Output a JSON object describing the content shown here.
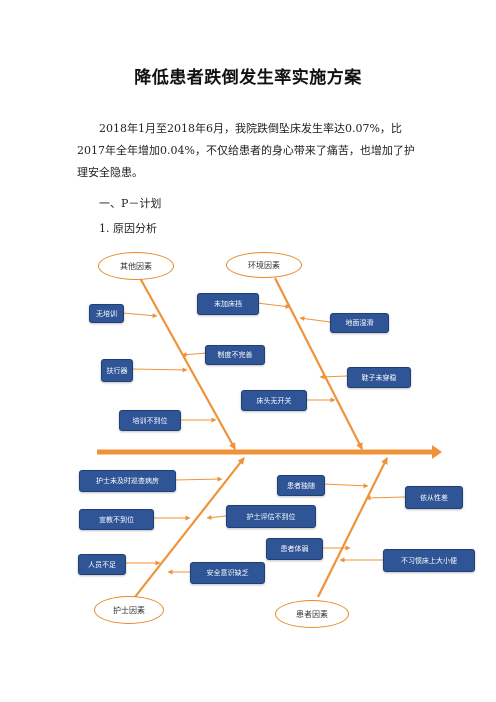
{
  "title": "降低患者跌倒发生率实施方案",
  "intro": "2018年1月至2018年6月，我院跌倒坠床发生率达0.07%，比2017年全年增加0.04%，不仅给患者的身心带来了痛苦，也增加了护理安全隐患。",
  "section": "一、P－计划",
  "subsection": "1. 原因分析",
  "diagram": {
    "categories": {
      "other": "其他因素",
      "environment": "环境因素",
      "nurse": "护士因素",
      "patient": "患者因素"
    },
    "causes": {
      "no_training": "无培训",
      "no_bed_rail": "未加床挡",
      "incomplete_rules": "制度不完善",
      "wet_floor": "地面湿滑",
      "handrail": "扶行器",
      "shoes": "鞋子未穿稳",
      "training_not_in_place": "培训不到位",
      "bedside_switch": "床头无开关",
      "nurse_no_timely_check": "护士未及时巡查病房",
      "patient_unescorted": "患者独随",
      "education_not_in_place": "宣教不到位",
      "nurse_eval": "护士评估不到位",
      "poor_compliance": "依从性差",
      "patient_weak": "患者体弱",
      "understaffed": "人员不足",
      "safety_awareness": "安全意识缺乏",
      "toilet_habit": "不习惯床上大小便"
    },
    "colors": {
      "spine": "#f0923a",
      "box": "#2f5597",
      "oval_border": "#e8892b"
    }
  }
}
